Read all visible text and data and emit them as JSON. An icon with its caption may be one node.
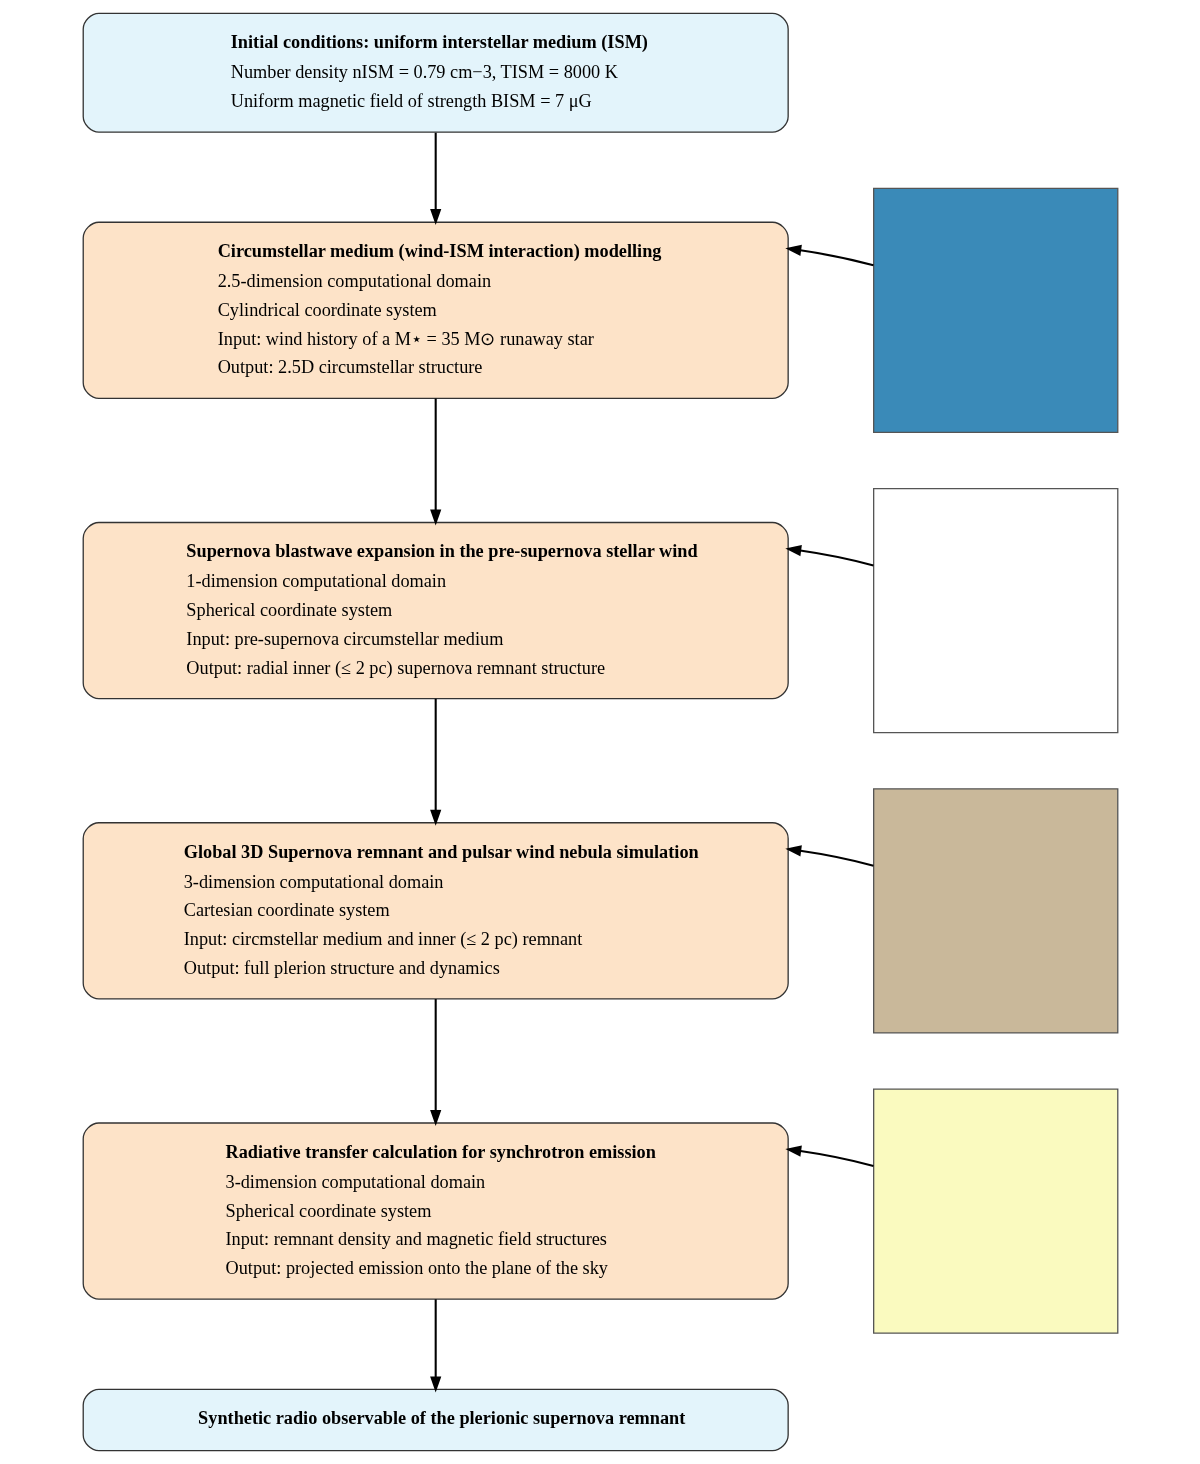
{
  "diagram": {
    "nodes": [
      {
        "text": [
          "Initial conditions: uniform interstellar medium (ISM)",
          "Number density nISM = 0.79 cm−3, TISM = 8000 K",
          "Uniform magnetic field of strength BISM = 7 μG"
        ]
      },
      {
        "text": [
          "Circumstellar medium (wind-ISM interaction) modelling",
          "2.5-dimension computational domain",
          "Cylindrical coordinate system",
          "Input: wind history of a M⋆ = 35 M⊙ runaway star",
          "Output: 2.5D circumstellar structure"
        ]
      },
      {
        "text": [],
        "shape": "box"
      },
      {
        "text": [
          "Supernova blastwave expansion in the pre-supernova stellar wind",
          "1-dimension computational domain",
          "Spherical coordinate system",
          "Input: pre-supernova circumstellar medium",
          "Output: radial inner (≤ 2 pc) supernova remnant structure"
        ]
      },
      {
        "text": [],
        "shape": "box"
      },
      {
        "text": [
          "Global 3D Supernova remnant and pulsar wind nebula simulation",
          "3-dimension computational domain",
          "Cartesian coordinate system",
          "Input: circmstellar medium and inner (≤ 2 pc) remnant",
          "Output: full plerion structure and dynamics"
        ]
      },
      {
        "text": [],
        "shape": "box"
      },
      {
        "text": [
          "Radiative transfer calculation for synchrotron emission",
          "3-dimension computational domain",
          "Spherical coordinate system",
          "Input: remnant density and magnetic field structures",
          "Output: projected emission onto the plane of the sky"
        ]
      },
      {
        "text": [],
        "shape": "box"
      },
      {
        "text": [
          "Synthetic radio observable of the plerionic supernova remnant"
        ]
      }
    ],
    "edges": [
      {
        "from": 0,
        "to": 1,
        "arrow": "to"
      },
      {
        "from": 2,
        "to": 1,
        "arrow": "to"
      },
      {
        "from": 1,
        "to": 3,
        "arrow": "to"
      },
      {
        "from": 4,
        "to": 3,
        "arrow": "to"
      },
      {
        "from": 3,
        "to": 5,
        "arrow": "to"
      },
      {
        "from": 6,
        "to": 5,
        "arrow": "to"
      },
      {
        "from": 5,
        "to": 7,
        "arrow": "to"
      },
      {
        "from": 8,
        "to": 7,
        "arrow": "to"
      },
      {
        "from": 7,
        "to": 9,
        "arrow": "to"
      }
    ]
  }
}
